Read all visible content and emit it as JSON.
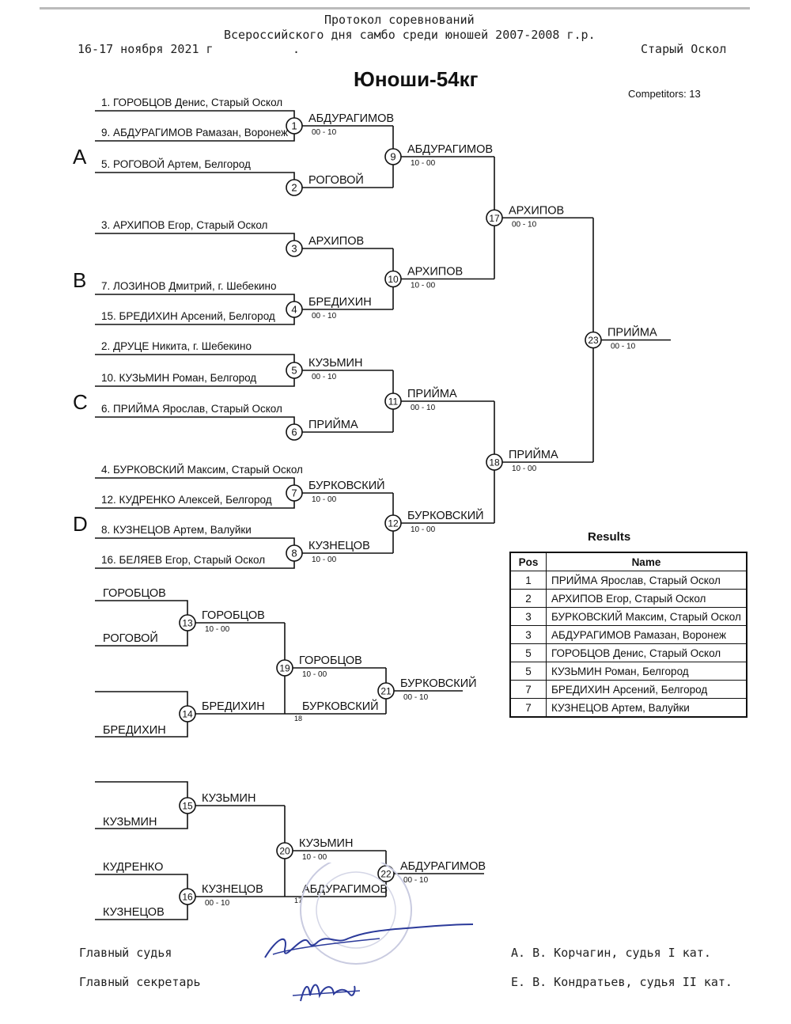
{
  "header": {
    "line1": "Протокол соревнований",
    "line2": "Всероссийского дня самбо среди юношей 2007-2008 г.р.",
    "date": "16-17 ноября 2021 г",
    "dot": ".",
    "city": "Старый Оскол",
    "title": "Юноши-54кг",
    "competitors": "Competitors: 13"
  },
  "pools": [
    "A",
    "B",
    "C",
    "D"
  ],
  "entries": [
    "1. ГОРОБЦОВ Денис, Старый Оскол",
    "9. АБДУРАГИМОВ Рамазан, Воронеж",
    "5. РОГОВОЙ Артем, Белгород",
    "3. АРХИПОВ Егор, Старый Оскол",
    "7. ЛОЗИНОВ Дмитрий, г. Шебекино",
    "15. БРЕДИХИН Арсений, Белгород",
    "2. ДРУЦЕ Никита, г. Шебекино",
    "10. КУЗЬМИН Роман, Белгород",
    "6. ПРИЙМА Ярослав, Старый Оскол",
    "4. БУРКОВСКИЙ Максим, Старый Оскол",
    "12. КУДРЕНКО Алексей, Белгород",
    "8. КУЗНЕЦОВ Артем, Валуйки",
    "16. БЕЛЯЕВ Егор, Старый Оскол"
  ],
  "matches": [
    {
      "n": "1",
      "winner": "АБДУРАГИМОВ",
      "score": "00 - 10"
    },
    {
      "n": "2",
      "winner": "РОГОВОЙ",
      "score": ""
    },
    {
      "n": "3",
      "winner": "АРХИПОВ",
      "score": ""
    },
    {
      "n": "4",
      "winner": "БРЕДИХИН",
      "score": "00 - 10"
    },
    {
      "n": "5",
      "winner": "КУЗЬМИН",
      "score": "00 - 10"
    },
    {
      "n": "6",
      "winner": "ПРИЙМА",
      "score": ""
    },
    {
      "n": "7",
      "winner": "БУРКОВСКИЙ",
      "score": "10 - 00"
    },
    {
      "n": "8",
      "winner": "КУЗНЕЦОВ",
      "score": "10 - 00"
    },
    {
      "n": "9",
      "winner": "АБДУРАГИМОВ",
      "score": "10 - 00"
    },
    {
      "n": "10",
      "winner": "АРХИПОВ",
      "score": "10 - 00"
    },
    {
      "n": "11",
      "winner": "ПРИЙМА",
      "score": "00 - 10"
    },
    {
      "n": "12",
      "winner": "БУРКОВСКИЙ",
      "score": "10 - 00"
    },
    {
      "n": "17",
      "winner": "АРХИПОВ",
      "score": "00 - 10"
    },
    {
      "n": "18",
      "winner": "ПРИЙМА",
      "score": "10 - 00"
    },
    {
      "n": "23",
      "winner": "ПРИЙМА",
      "score": "00 - 10"
    }
  ],
  "repechage": {
    "upper": {
      "e1": "ГОРОБЦОВ",
      "e2": "РОГОВОЙ",
      "e4": "БРЕДИХИН",
      "m13": {
        "n": "13",
        "winner": "ГОРОБЦОВ",
        "score": "10 - 00"
      },
      "m14": {
        "n": "14",
        "winner": "БРЕДИХИН"
      },
      "m19": {
        "n": "19",
        "winner": "ГОРОБЦОВ",
        "score": "10 - 00"
      },
      "from18": "БУРКОВСКИЙ",
      "from18n": "18",
      "m21": {
        "n": "21",
        "winner": "БУРКОВСКИЙ",
        "score": "00 - 10"
      }
    },
    "lower": {
      "e2": "КУЗЬМИН",
      "e3": "КУДРЕНКО",
      "e4": "КУЗНЕЦОВ",
      "m15": {
        "n": "15",
        "winner": "КУЗЬМИН"
      },
      "m16": {
        "n": "16",
        "winner": "КУЗНЕЦОВ",
        "score": "00 - 10"
      },
      "m20": {
        "n": "20",
        "winner": "КУЗЬМИН",
        "score": "10 - 00"
      },
      "from17": "АБДУРАГИМОВ",
      "from17n": "17",
      "m22": {
        "n": "22",
        "winner": "АБДУРАГИМОВ",
        "score": "00 - 10"
      }
    }
  },
  "results": {
    "title": "Results",
    "col_pos": "Pos",
    "col_name": "Name",
    "rows": [
      {
        "pos": "1",
        "name": "ПРИЙМА Ярослав, Старый Оскол"
      },
      {
        "pos": "2",
        "name": "АРХИПОВ Егор, Старый Оскол"
      },
      {
        "pos": "3",
        "name": "БУРКОВСКИЙ Максим, Старый Оскол"
      },
      {
        "pos": "3",
        "name": "АБДУРАГИМОВ Рамазан, Воронеж"
      },
      {
        "pos": "5",
        "name": "ГОРОБЦОВ Денис, Старый Оскол"
      },
      {
        "pos": "5",
        "name": "КУЗЬМИН Роман, Белгород"
      },
      {
        "pos": "7",
        "name": "БРЕДИХИН Арсений, Белгород"
      },
      {
        "pos": "7",
        "name": "КУЗНЕЦОВ Артем, Валуйки"
      }
    ]
  },
  "footer": {
    "chief_judge_label": "Главный судья",
    "chief_judge_name": "А. В. Корчагин, судья I кат.",
    "chief_secretary_label": "Главный секретарь",
    "chief_secretary_name": "Е. В. Кондратьев, судья II кат."
  }
}
